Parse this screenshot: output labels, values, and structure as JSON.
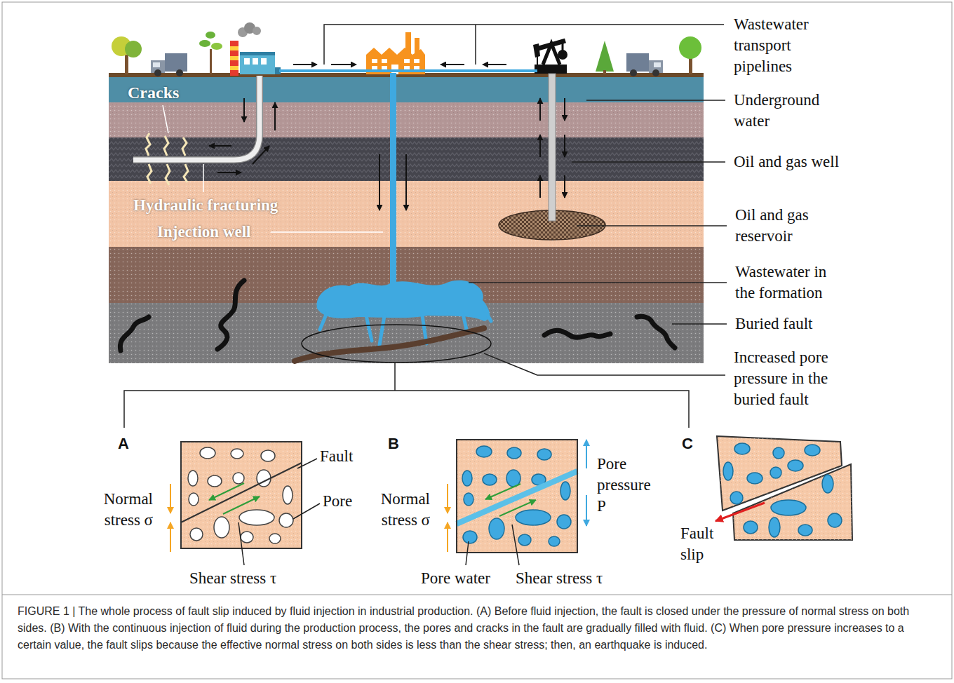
{
  "diagram": {
    "caption": "FIGURE 1 | The whole process of fault slip induced by fluid injection in industrial production. (A) Before fluid injection, the fault is closed under the pressure of normal stress on both sides. (B) With the continuous injection of fluid during the production process, the pores and cracks in the fault are gradually filled with fluid. (C) When pore pressure increases to a certain value, the fault slips because the effective normal stress on both sides is less than the shear stress; then, an earthquake is induced.",
    "labels": [
      "Cracks",
      "Hydraulic fracturing",
      "Injection well",
      "Wastewater transport pipelines",
      "Underground water",
      "Oil and gas well",
      "Oil and gas reservoir",
      "Wastewater in the formation",
      "Buried fault",
      "Increased pore pressure in the buried fault",
      "A",
      "Fault",
      "Pore",
      "Normal stress σ",
      "Shear stress τ",
      "B",
      "Pore pressure P",
      "Normal stress σ",
      "Pore water",
      "Shear stress τ",
      "C",
      "Fault slip"
    ]
  }
}
